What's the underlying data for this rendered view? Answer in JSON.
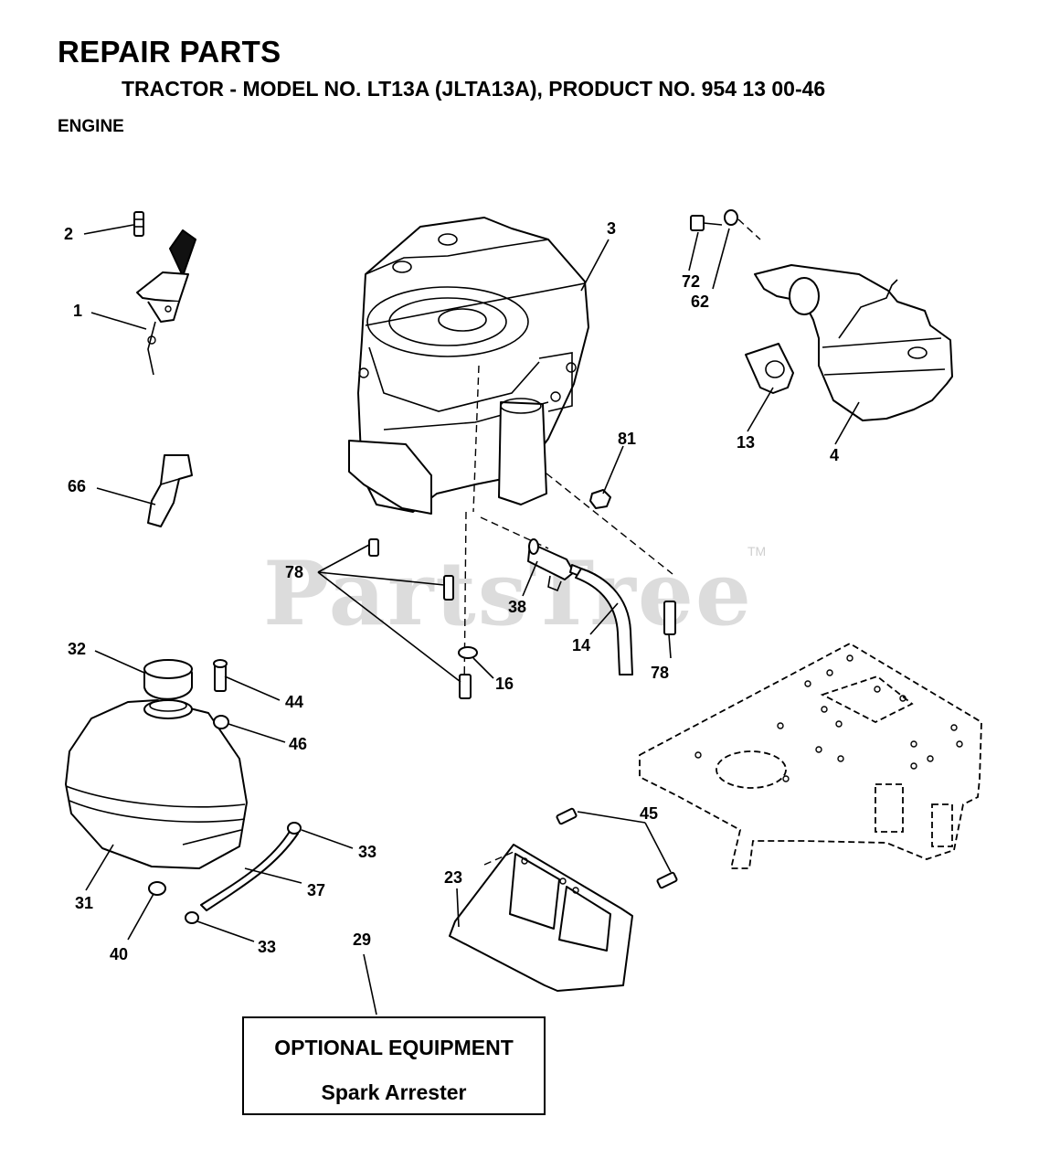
{
  "header": {
    "title": "REPAIR PARTS",
    "subtitle": "TRACTOR - MODEL NO. LT13A (JLTA13A), PRODUCT NO. 954 13 00-46",
    "section": "ENGINE"
  },
  "watermark": {
    "text": "PartsTree",
    "tm": "TM"
  },
  "callouts": {
    "c1": "1",
    "c2": "2",
    "c3": "3",
    "c4": "4",
    "c13": "13",
    "c14": "14",
    "c16": "16",
    "c23": "23",
    "c29": "29",
    "c31": "31",
    "c32": "32",
    "c33a": "33",
    "c33b": "33",
    "c37": "37",
    "c38": "38",
    "c40": "40",
    "c44": "44",
    "c45": "45",
    "c46": "46",
    "c62": "62",
    "c66": "66",
    "c72": "72",
    "c78a": "78",
    "c78b": "78",
    "c81": "81"
  },
  "optional_equipment": {
    "title": "OPTIONAL EQUIPMENT",
    "item": "Spark Arrester"
  }
}
